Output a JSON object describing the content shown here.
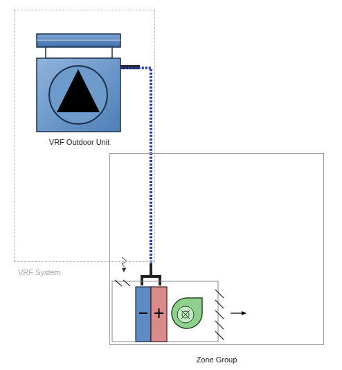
{
  "diagram": {
    "nodes": [
      {
        "text": [
          "VRF System"
        ]
      },
      {
        "text": [
          "VRF Outdoor Unit"
        ],
        "in": 0
      },
      {
        "text": [
          "Zone Group"
        ]
      }
    ],
    "edges": [
      {
        "from": 1,
        "to": 2,
        "arrow": "none"
      }
    ]
  }
}
